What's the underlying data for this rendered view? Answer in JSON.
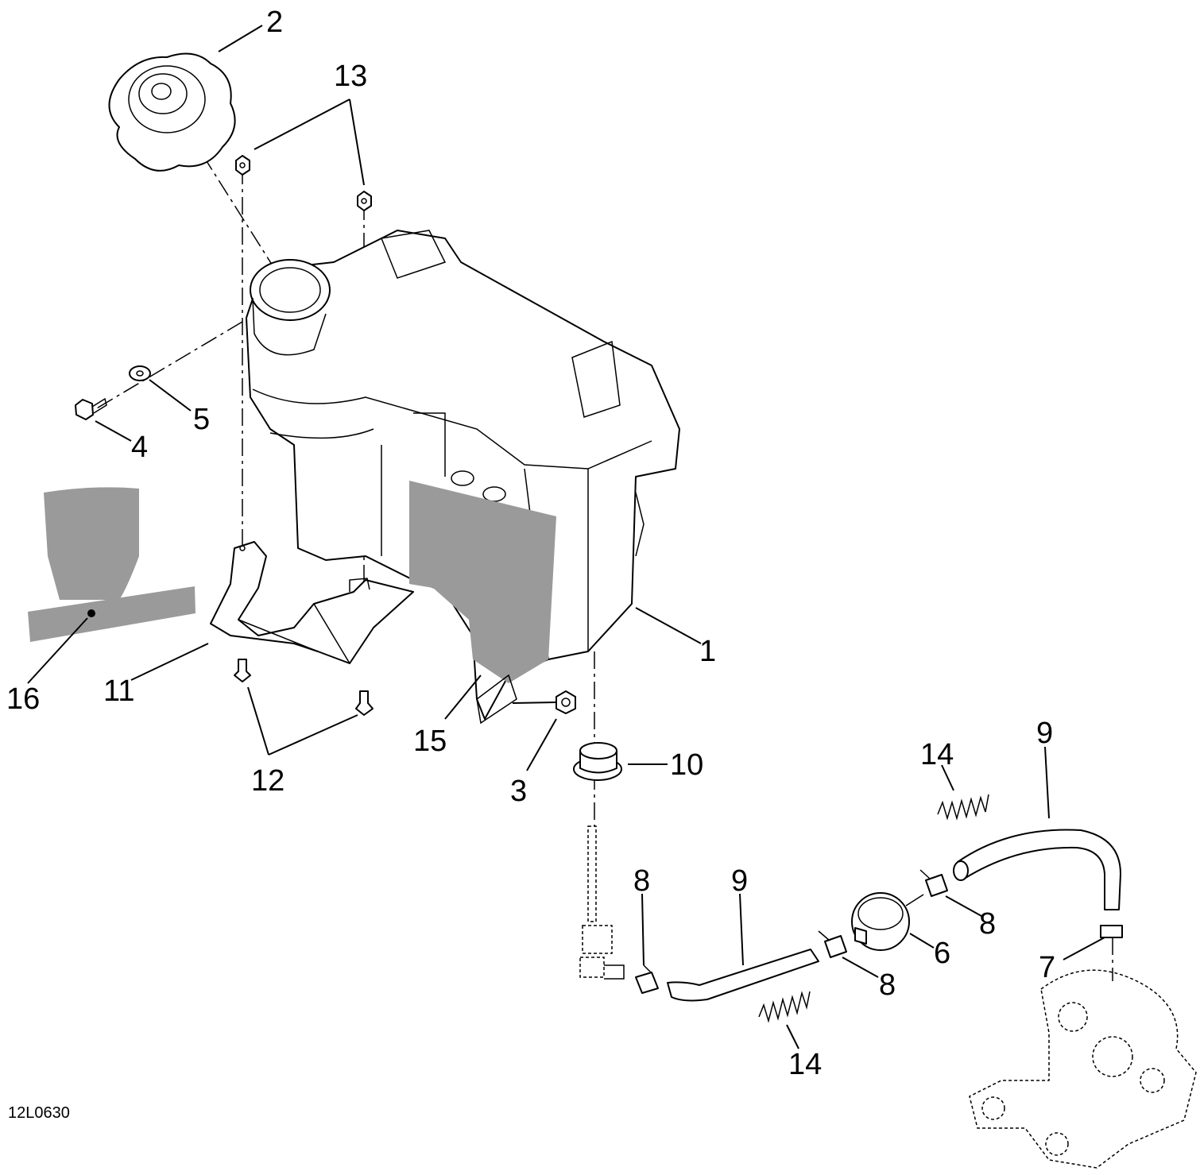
{
  "figure_id": "12L0630",
  "callouts": [
    {
      "id": "c1",
      "text": "1"
    },
    {
      "id": "c2",
      "text": "2"
    },
    {
      "id": "c3",
      "text": "3"
    },
    {
      "id": "c4",
      "text": "4"
    },
    {
      "id": "c5",
      "text": "5"
    },
    {
      "id": "c6",
      "text": "6"
    },
    {
      "id": "c7",
      "text": "7"
    },
    {
      "id": "c8a",
      "text": "8"
    },
    {
      "id": "c8b",
      "text": "8"
    },
    {
      "id": "c8c",
      "text": "8"
    },
    {
      "id": "c9a",
      "text": "9"
    },
    {
      "id": "c9b",
      "text": "9"
    },
    {
      "id": "c10",
      "text": "10"
    },
    {
      "id": "c11",
      "text": "11"
    },
    {
      "id": "c12",
      "text": "12"
    },
    {
      "id": "c13",
      "text": "13"
    },
    {
      "id": "c14a",
      "text": "14"
    },
    {
      "id": "c14b",
      "text": "14"
    },
    {
      "id": "c15",
      "text": "15"
    },
    {
      "id": "c16",
      "text": "16"
    }
  ]
}
